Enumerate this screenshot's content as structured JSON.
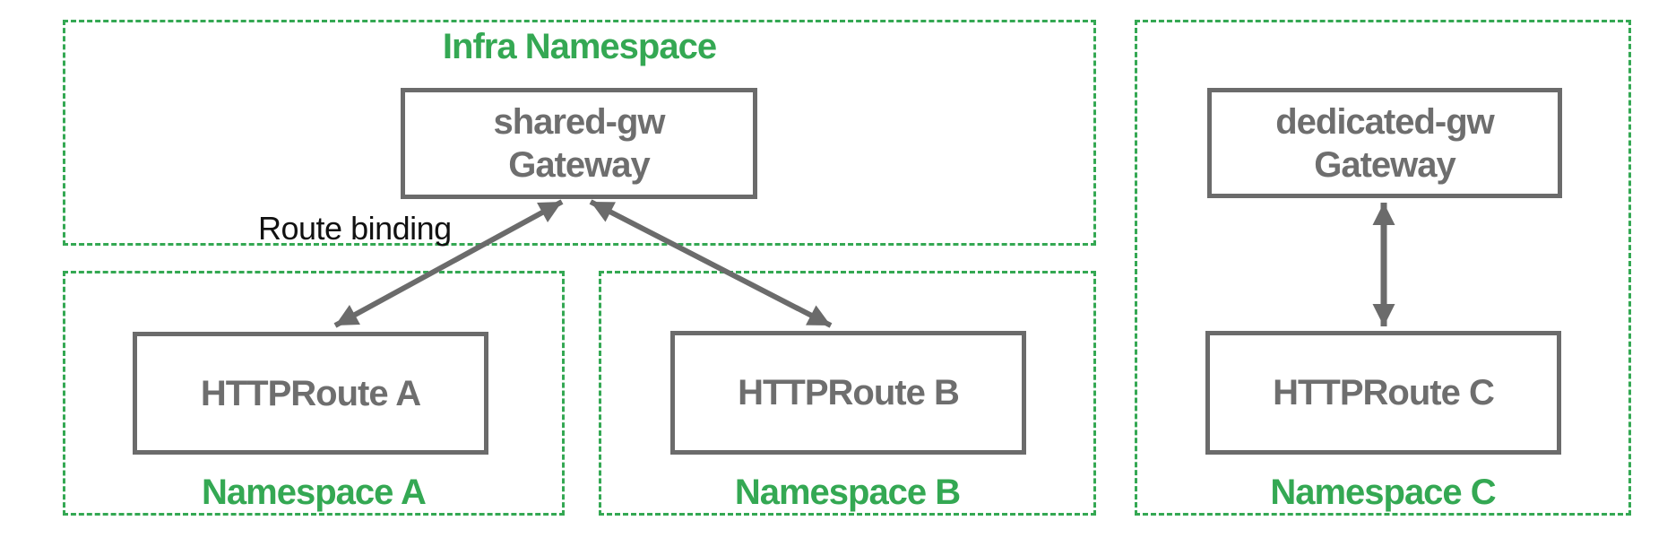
{
  "colors": {
    "namespace_green": "#34a853",
    "node_border_gray": "#6b6b6b",
    "node_text_gray": "#6e6e6e",
    "annotation_black": "#111111",
    "background": "#ffffff"
  },
  "infra_namespace": {
    "label": "Infra Namespace",
    "gateway": {
      "name": "shared-gw",
      "kind": "Gateway"
    }
  },
  "namespaces": [
    {
      "label": "Namespace A",
      "route": "HTTPRoute A"
    },
    {
      "label": "Namespace B",
      "route": "HTTPRoute B"
    },
    {
      "label": "Namespace C",
      "route": "HTTPRoute C",
      "gateway": {
        "name": "dedicated-gw",
        "kind": "Gateway"
      }
    }
  ],
  "annotation": {
    "route_binding_label": "Route binding"
  }
}
